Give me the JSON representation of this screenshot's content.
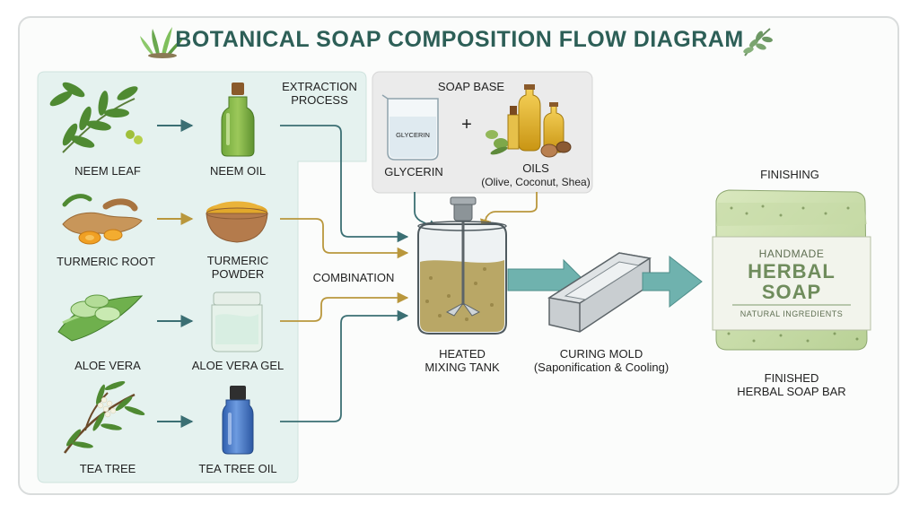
{
  "title": "BOTANICAL SOAP COMPOSITION FLOW DIAGRAM",
  "extraction": {
    "heading_line1": "EXTRACTION",
    "heading_line2": "PROCESS",
    "sources": [
      "NEEM LEAF",
      "TURMERIC ROOT",
      "ALOE VERA",
      "TEA TREE"
    ],
    "extracts": [
      {
        "line1": "NEEM OIL",
        "line2": ""
      },
      {
        "line1": "TURMERIC",
        "line2": "POWDER"
      },
      {
        "line1": "ALOE VERA GEL",
        "line2": ""
      },
      {
        "line1": "TEA TREE OIL",
        "line2": ""
      }
    ]
  },
  "soap_base": {
    "heading": "SOAP BASE",
    "plus": "+",
    "glycerin_label": "GLYCERIN",
    "glycerin_beaker_text": "GLYCERIN",
    "oils_label": "OILS",
    "oils_detail": "(Olive, Coconut, Shea)"
  },
  "combination_label": "COMBINATION",
  "tank": {
    "line1": "HEATED",
    "line2": "MIXING TANK"
  },
  "mold": {
    "line1": "CURING MOLD",
    "line2": "(Saponification & Cooling)"
  },
  "finishing": {
    "heading": "FINISHING",
    "bar_line1": "HANDMADE",
    "bar_line2": "HERBAL",
    "bar_line3": "SOAP",
    "bar_line4": "NATURAL INGREDIENTS",
    "caption_line1": "FINISHED",
    "caption_line2": "HERBAL SOAP BAR"
  },
  "colors": {
    "accent_teal": "#3d7d74",
    "panel_bg": "#e5f2ef",
    "soap_base_bg": "#ebebeb",
    "arrow_teal": "#5fa7a3",
    "arrow_gold": "#c7a84c"
  }
}
